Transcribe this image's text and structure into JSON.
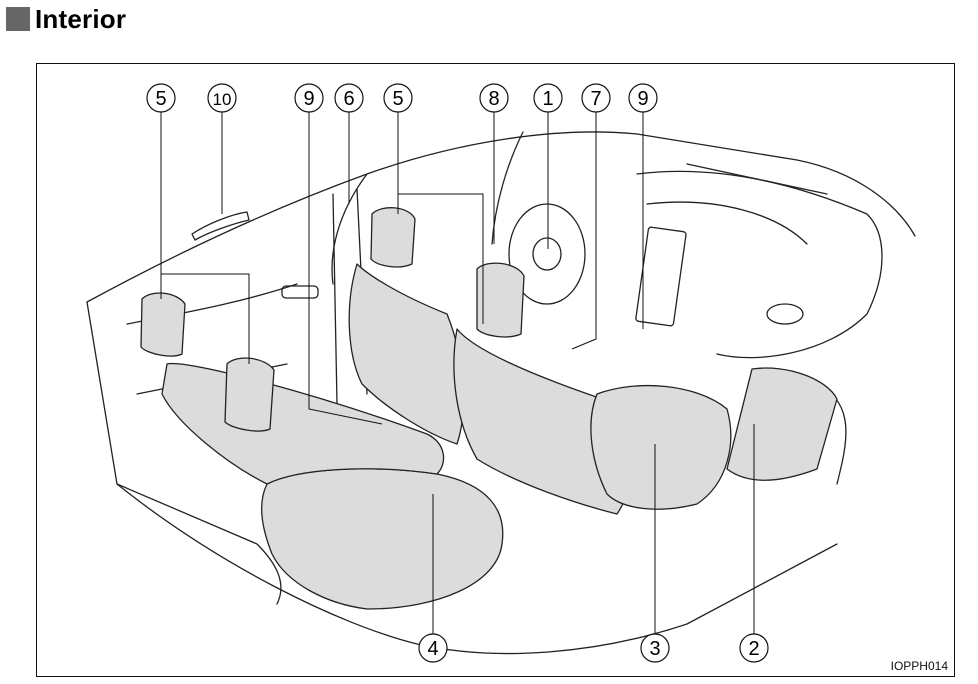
{
  "section": {
    "title": "Interior",
    "accent": "#666666"
  },
  "figure": {
    "code": "IOPPH014",
    "seat_fill": "#dcdcdc",
    "callouts": [
      {
        "id": "c5a",
        "label": "5"
      },
      {
        "id": "c10",
        "label": "10"
      },
      {
        "id": "c9a",
        "label": "9"
      },
      {
        "id": "c6",
        "label": "6"
      },
      {
        "id": "c5b",
        "label": "5"
      },
      {
        "id": "c8",
        "label": "8"
      },
      {
        "id": "c1",
        "label": "1"
      },
      {
        "id": "c7",
        "label": "7"
      },
      {
        "id": "c9b",
        "label": "9"
      },
      {
        "id": "c4",
        "label": "4"
      },
      {
        "id": "c3",
        "label": "3"
      },
      {
        "id": "c2",
        "label": "2"
      }
    ]
  }
}
